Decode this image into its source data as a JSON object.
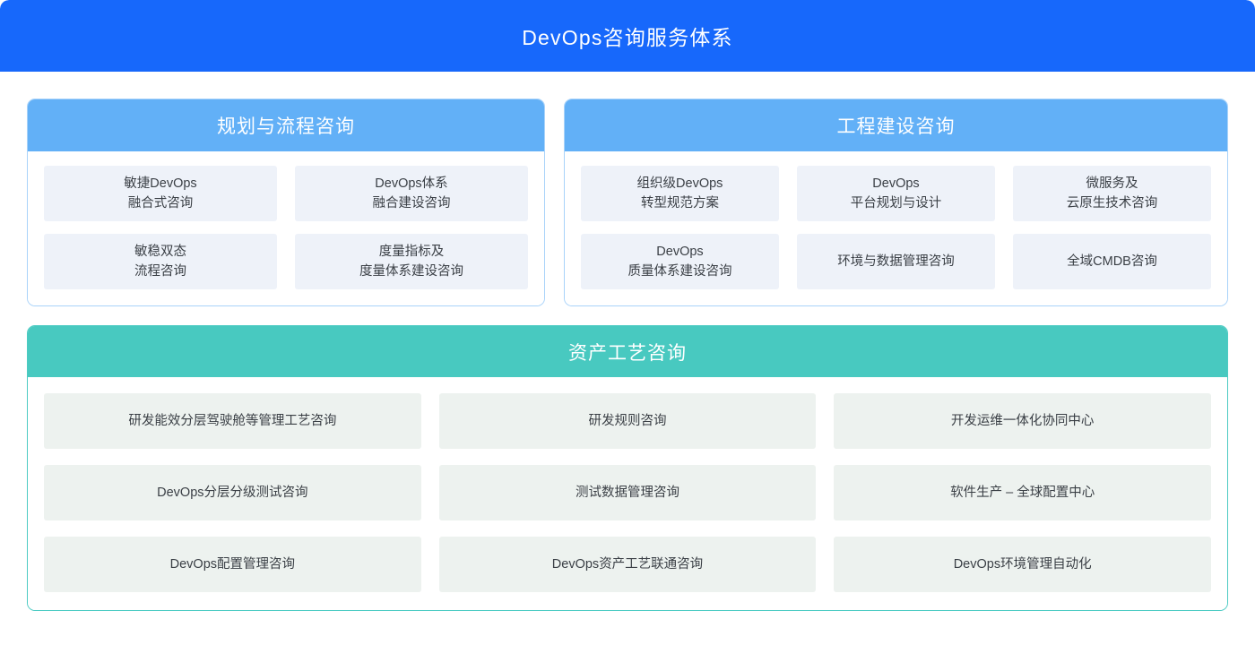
{
  "banner": {
    "title": "DevOps咨询服务体系",
    "bg_color": "#1768fb",
    "text_color": "#ffffff"
  },
  "theme": {
    "blue_header": "#62b0f7",
    "blue_border": "#a9d3fa",
    "blue_tile": "#eef2f9",
    "teal_header": "#48c9c0",
    "teal_border": "#4ccbc3",
    "teal_tile": "#edf2ef",
    "tile_text": "#3a3f45"
  },
  "sections": [
    {
      "id": "planning-process-consulting",
      "title": "规划与流程咨询",
      "accent": "blue",
      "columns": 2,
      "items": [
        "敏捷DevOps\n融合式咨询",
        "DevOps体系\n融合建设咨询",
        "敏稳双态\n流程咨询",
        "度量指标及\n度量体系建设咨询"
      ]
    },
    {
      "id": "engineering-construction-consulting",
      "title": "工程建设咨询",
      "accent": "blue",
      "columns": 3,
      "items": [
        "组织级DevOps\n转型规范方案",
        "DevOps\n平台规划与设计",
        "微服务及\n云原生技术咨询",
        "DevOps\n质量体系建设咨询",
        "环境与数据管理咨询",
        "全域CMDB咨询"
      ]
    },
    {
      "id": "asset-process-consulting",
      "title": "资产工艺咨询",
      "accent": "teal",
      "columns": 3,
      "items": [
        "研发能效分层驾驶舱等管理工艺咨询",
        "研发规则咨询",
        "开发运维一体化协同中心",
        "DevOps分层分级测试咨询",
        "测试数据管理咨询",
        "软件生产 – 全球配置中心",
        "DevOps配置管理咨询",
        "DevOps资产工艺联通咨询",
        "DevOps环境管理自动化"
      ]
    }
  ]
}
